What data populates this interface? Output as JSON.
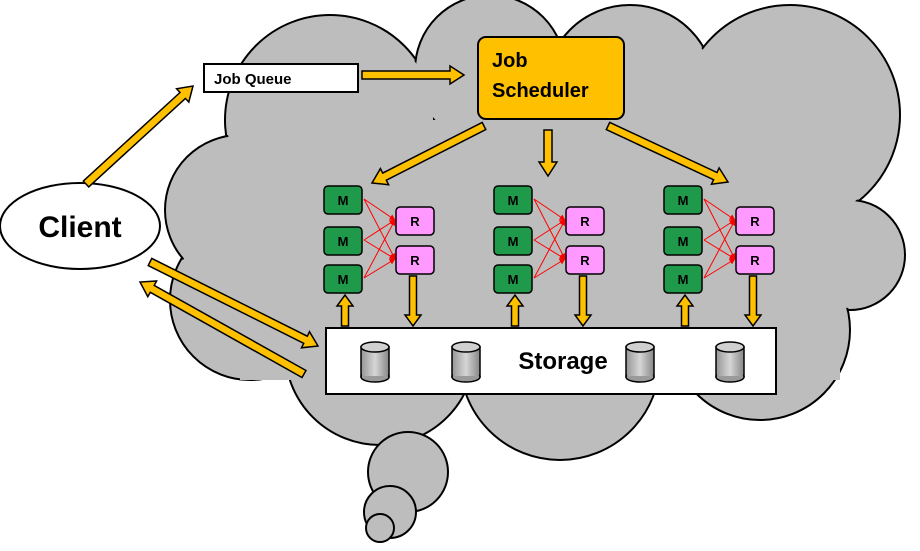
{
  "client": {
    "label": "Client"
  },
  "job_queue": {
    "label": "Job Queue"
  },
  "job_scheduler": {
    "line1": "Job",
    "line2": "Scheduler"
  },
  "storage": {
    "label": "Storage"
  },
  "nodes": {
    "map_label": "M",
    "reduce_label": "R"
  },
  "colors": {
    "cloud": "#bdbdbd",
    "scheduler_fill": "#ffc000",
    "arrow_fill": "#ffc000",
    "map_fill": "#1f9a4a",
    "reduce_fill": "#ff99ff",
    "shuffle_lines": "#ff0000"
  }
}
